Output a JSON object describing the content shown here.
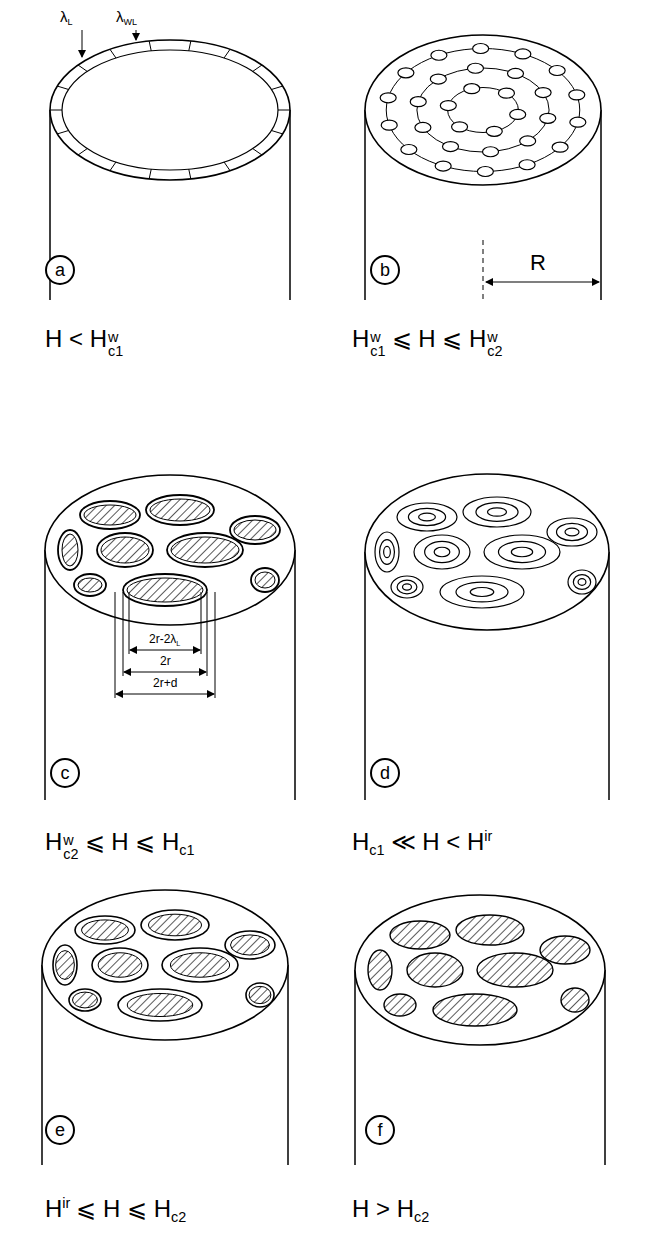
{
  "diagram": {
    "labels": [
      "λ",
      "L",
      "λ",
      "WL",
      "a",
      "H < H",
      "w",
      "c1",
      "b",
      "R",
      "H",
      "w",
      "c1",
      "⩽ H ⩽ H",
      "w",
      "c2",
      "c",
      "2r-2λ",
      "L",
      "2r",
      "2r+d",
      "H",
      "w",
      "c2",
      "⩽ H ⩽ H",
      "c1",
      "d",
      "H",
      "c1",
      "≪ H < H",
      "ir",
      "e",
      "H",
      "ir",
      "⩽ H ⩽ H",
      "c2",
      "f",
      "H > H",
      "c2"
    ]
  }
}
